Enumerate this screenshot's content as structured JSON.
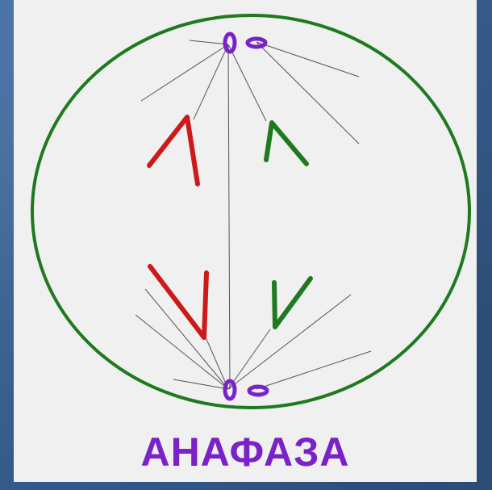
{
  "caption": "АНАФАЗА",
  "colors": {
    "cell_membrane": "#1e7a1e",
    "chromosome_red": "#cc1a1a",
    "chromosome_green": "#1e7a1e",
    "centriole": "#7a22c8",
    "spindle": "#555555",
    "panel": "#f0f0f0",
    "caption": "#7a22c8"
  },
  "icons": [
    "centriole-top",
    "centriole-bottom"
  ]
}
